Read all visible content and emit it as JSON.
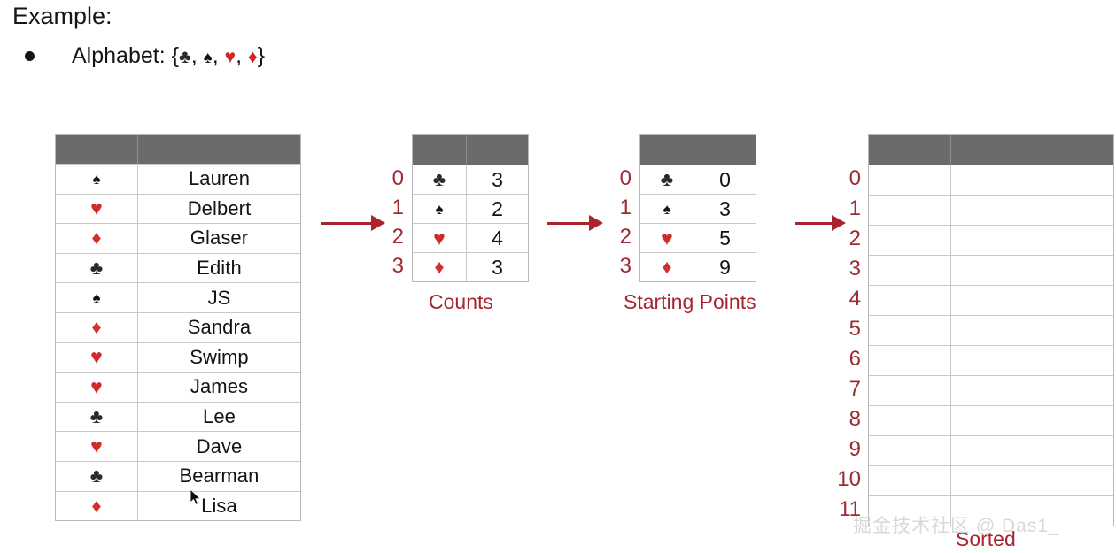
{
  "slide": {
    "title": "Example:",
    "bullet_label": "Alphabet: {",
    "bullet_close": "}",
    "alphabet": [
      {
        "name": "club",
        "glyph": "♣",
        "color": "#2b2b2b"
      },
      {
        "name": "spade",
        "glyph": "♠",
        "color": "#141414"
      },
      {
        "name": "heart",
        "glyph": "♥",
        "color": "#d2232a"
      },
      {
        "name": "diamond",
        "glyph": "♦",
        "color": "#d2232a"
      }
    ],
    "separator": ", "
  },
  "colors": {
    "accent_red": "#a6262e",
    "arrow_red": "#a8252c",
    "header_gray": "#6b6b6b",
    "grid_gray": "#c9c9c9",
    "heart_red": "#cf2b2b",
    "diamond_red": "#d0322f",
    "club_black": "#2b2b2b",
    "spade_black": "#141414",
    "watermark_gray": "#d8d8d8"
  },
  "tables": {
    "names": {
      "name": "input-records-table",
      "headers": [
        "",
        ""
      ],
      "rows": [
        {
          "suit": "spade",
          "glyph": "♠",
          "value": "Lauren"
        },
        {
          "suit": "heart",
          "glyph": "♥",
          "value": "Delbert"
        },
        {
          "suit": "diamond",
          "glyph": "♦",
          "value": "Glaser"
        },
        {
          "suit": "club",
          "glyph": "♣",
          "value": "Edith"
        },
        {
          "suit": "spade",
          "glyph": "♠",
          "value": "JS"
        },
        {
          "suit": "diamond",
          "glyph": "♦",
          "value": "Sandra"
        },
        {
          "suit": "heart",
          "glyph": "♥",
          "value": "Swimp"
        },
        {
          "suit": "heart",
          "glyph": "♥",
          "value": "James"
        },
        {
          "suit": "club",
          "glyph": "♣",
          "value": "Lee"
        },
        {
          "suit": "heart",
          "glyph": "♥",
          "value": "Dave"
        },
        {
          "suit": "club",
          "glyph": "♣",
          "value": "Bearman"
        },
        {
          "suit": "diamond",
          "glyph": "♦",
          "value": "Lisa"
        }
      ]
    },
    "counts": {
      "caption": "Counts",
      "indices": [
        "0",
        "1",
        "2",
        "3"
      ],
      "rows": [
        {
          "suit": "club",
          "glyph": "♣",
          "value": "3"
        },
        {
          "suit": "spade",
          "glyph": "♠",
          "value": "2"
        },
        {
          "suit": "heart",
          "glyph": "♥",
          "value": "4"
        },
        {
          "suit": "diamond",
          "glyph": "♦",
          "value": "3"
        }
      ]
    },
    "starting_points": {
      "caption": "Starting Points",
      "indices": [
        "0",
        "1",
        "2",
        "3"
      ],
      "rows": [
        {
          "suit": "club",
          "glyph": "♣",
          "value": "0"
        },
        {
          "suit": "spade",
          "glyph": "♠",
          "value": "3"
        },
        {
          "suit": "heart",
          "glyph": "♥",
          "value": "5"
        },
        {
          "suit": "diamond",
          "glyph": "♦",
          "value": "9"
        }
      ]
    },
    "sorted": {
      "caption": "Sorted",
      "indices": [
        "0",
        "1",
        "2",
        "3",
        "4",
        "5",
        "6",
        "7",
        "8",
        "9",
        "10",
        "11"
      ],
      "rows": [
        {
          "suit": "",
          "glyph": "",
          "value": ""
        },
        {
          "suit": "",
          "glyph": "",
          "value": ""
        },
        {
          "suit": "",
          "glyph": "",
          "value": ""
        },
        {
          "suit": "",
          "glyph": "",
          "value": ""
        },
        {
          "suit": "",
          "glyph": "",
          "value": ""
        },
        {
          "suit": "",
          "glyph": "",
          "value": ""
        },
        {
          "suit": "",
          "glyph": "",
          "value": ""
        },
        {
          "suit": "",
          "glyph": "",
          "value": ""
        },
        {
          "suit": "",
          "glyph": "",
          "value": ""
        },
        {
          "suit": "",
          "glyph": "",
          "value": ""
        },
        {
          "suit": "",
          "glyph": "",
          "value": ""
        },
        {
          "suit": "",
          "glyph": "",
          "value": ""
        }
      ]
    }
  },
  "watermark": "掘金技术社区 @ Das1_"
}
